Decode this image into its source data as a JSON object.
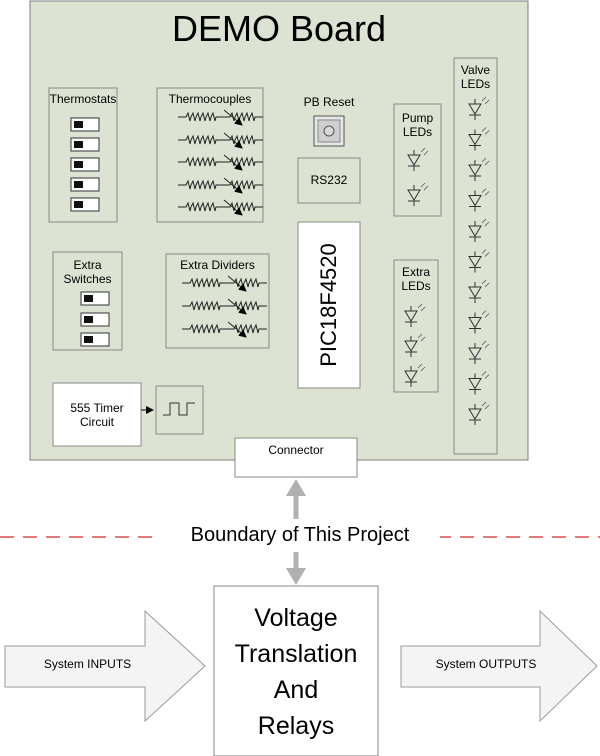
{
  "board": {
    "title": "DEMO Board",
    "thermostats_label": "Thermostats",
    "thermocouples_label": "Thermocouples",
    "pb_reset_label": "PB Reset",
    "rs232_label": "RS232",
    "mcu_label": "PIC18F4520",
    "pump_leds_label": [
      "Pump",
      "LEDs"
    ],
    "valve_leds_label": [
      "Valve",
      "LEDs"
    ],
    "extra_leds_label": [
      "Extra",
      "LEDs"
    ],
    "extra_switches_label": [
      "Extra",
      "Switches"
    ],
    "extra_dividers_label": "Extra Dividers",
    "timer_label": [
      "555 Timer",
      "Circuit"
    ],
    "connector_label": "Connector"
  },
  "boundary_label": "Boundary of This Project",
  "voltage_box_lines": [
    "Voltage",
    "Translation",
    "And",
    "Relays"
  ],
  "inputs_label": "System INPUTS",
  "outputs_label": "System OUTPUTS",
  "colors": {
    "board_fill": "#dde3d3",
    "stroke": "#7c7c7c",
    "boundary_dash": "#d62b2b",
    "link_arrow": "#b0b0b0",
    "io_arrow_fill": "#f4f4f4"
  },
  "icons": [
    "dip-switch-icon",
    "resistor-icon",
    "potentiometer-icon",
    "led-icon",
    "pushbutton-icon",
    "square-wave-icon"
  ]
}
